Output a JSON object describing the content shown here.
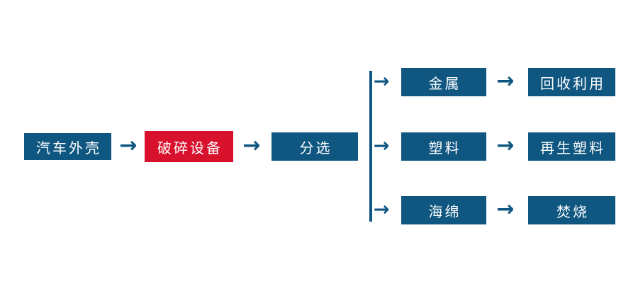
{
  "diagram": {
    "title": "car-shell-recycling-process-flowchart",
    "background_color": "#FFFFFF",
    "colors": {
      "primary_blue": "#0F5680",
      "accent_red": "#D8112C",
      "label_text": "#FFFFFF"
    },
    "arrow_glyph": "→",
    "flow": [
      {
        "id": "car-shell",
        "label": "汽车外壳",
        "variant": "blue"
      },
      {
        "id": "crushing-equipment",
        "label": "破碎设备",
        "variant": "red"
      },
      {
        "id": "sorting",
        "label": "分选",
        "variant": "blue"
      }
    ],
    "branches": [
      {
        "material": "金属",
        "result": "回收利用"
      },
      {
        "material": "塑料",
        "result": "再生塑料"
      },
      {
        "material": "海绵",
        "result": "焚烧"
      }
    ]
  }
}
